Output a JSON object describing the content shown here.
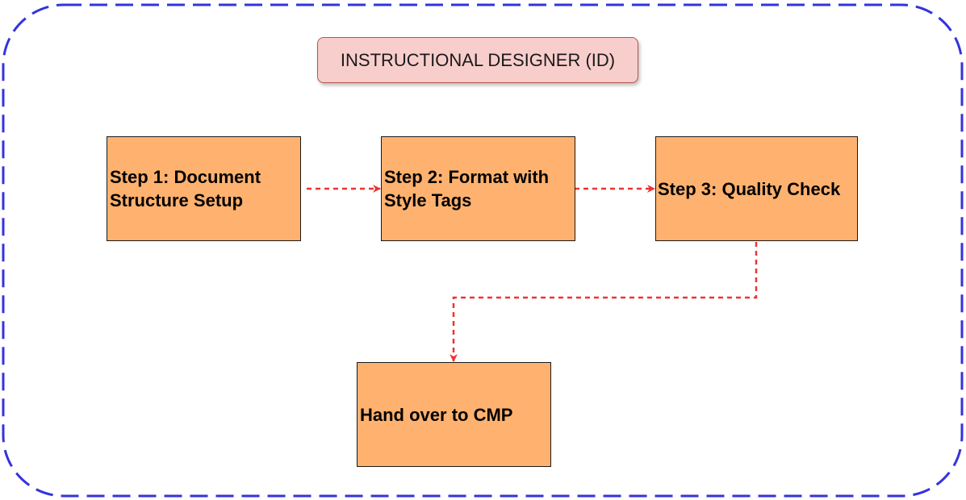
{
  "diagram": {
    "title": "INSTRUCTIONAL DESIGNER (ID)",
    "steps": [
      {
        "label": "Step 1: Document Structure Setup"
      },
      {
        "label": "Step 2: Format with Style Tags"
      },
      {
        "label": "Step 3: Quality Check"
      },
      {
        "label": "Hand over to CMP"
      }
    ],
    "colors": {
      "frame_border": "#3333dd",
      "title_fill": "#f8cecc",
      "title_border": "#b85450",
      "step_fill": "#ffb26f",
      "step_border": "#1a1a1a",
      "connector": "#ee3333"
    }
  }
}
